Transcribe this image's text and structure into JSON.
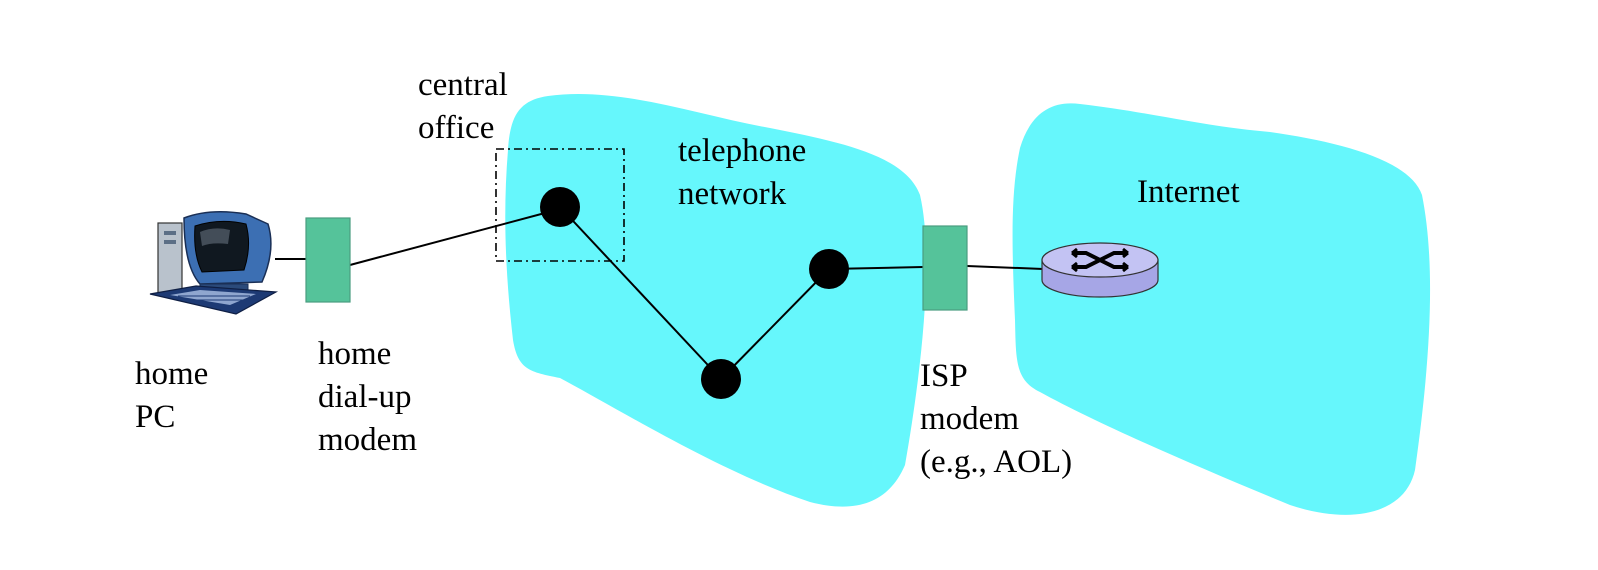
{
  "colors": {
    "cloud": "#66f7fc",
    "modem": "#55c39a",
    "router_top": "#c3c3f3",
    "router_side": "#a6a6e6",
    "link": "#000000",
    "node": "#000000"
  },
  "icons": {
    "pc": "desktop-computer-icon",
    "home_modem": "modem-icon",
    "isp_modem": "modem-icon",
    "router": "router-icon"
  },
  "labels": {
    "home_pc": [
      "home",
      "PC"
    ],
    "home_modem": [
      "home",
      "dial-up",
      "modem"
    ],
    "central_office": [
      "central",
      "office"
    ],
    "telephone_network": [
      "telephone",
      "network"
    ],
    "isp_modem": [
      "ISP",
      "modem",
      "(e.g., AOL)"
    ],
    "internet": [
      "Internet"
    ]
  }
}
